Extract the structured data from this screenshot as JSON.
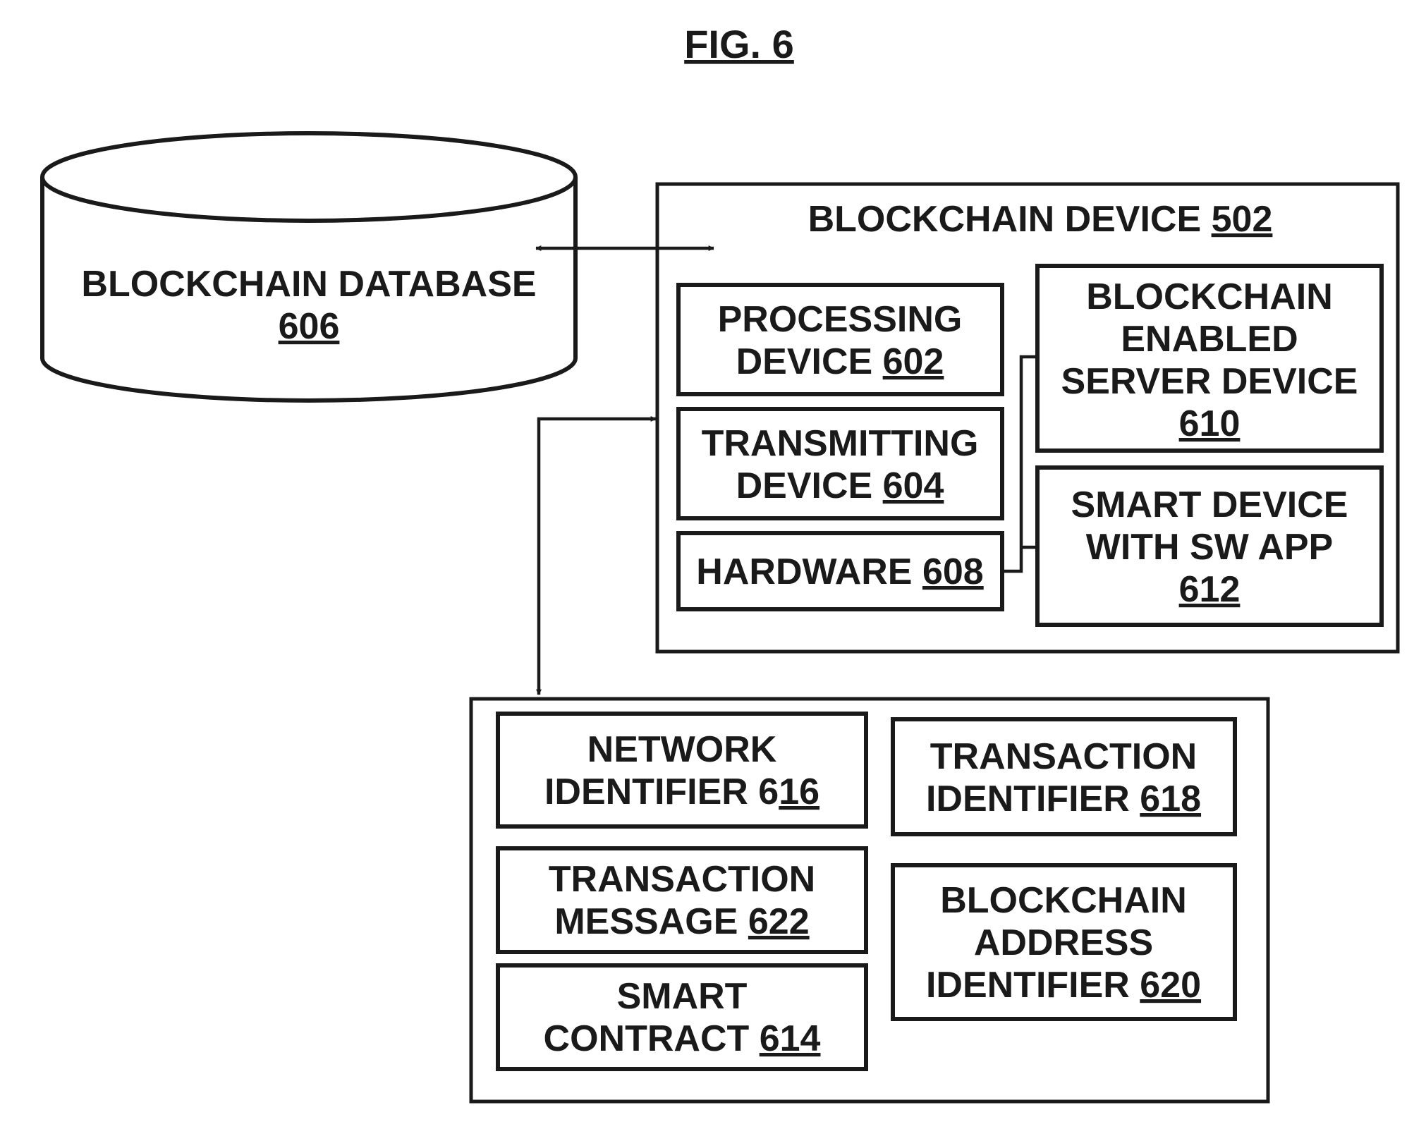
{
  "figure_title": "FIG. 6",
  "database": {
    "name": "BLOCKCHAIN DATABASE",
    "ref": "606"
  },
  "blockchain_device": {
    "name": "BLOCKCHAIN DEVICE",
    "ref": "502",
    "processing": {
      "line1": "PROCESSING",
      "line2": "DEVICE",
      "ref": "602"
    },
    "transmitting": {
      "line1": "TRANSMITTING",
      "line2": "DEVICE",
      "ref": "604"
    },
    "hardware": {
      "name": "HARDWARE",
      "ref": "608"
    },
    "server": {
      "line1": "BLOCKCHAIN",
      "line2": "ENABLED",
      "line3": "SERVER DEVICE",
      "ref": "610"
    },
    "smart_device": {
      "line1": "SMART DEVICE",
      "line2": "WITH SW APP",
      "ref": "612"
    }
  },
  "data_group": {
    "network_id": {
      "line1": "NETWORK",
      "line2_prefix": "IDENTIFIER 6",
      "ref_underlined": "16"
    },
    "transaction_id": {
      "line1": "TRANSACTION",
      "line2": "IDENTIFIER",
      "ref": "618"
    },
    "transaction_msg": {
      "line1": "TRANSACTION",
      "line2": "MESSAGE",
      "ref": "622"
    },
    "address_id": {
      "line1": "BLOCKCHAIN",
      "line2": "ADDRESS",
      "line3": "IDENTIFIER",
      "ref": "620"
    },
    "smart_contract": {
      "line1": "SMART",
      "line2": "CONTRACT",
      "ref": "614"
    }
  }
}
